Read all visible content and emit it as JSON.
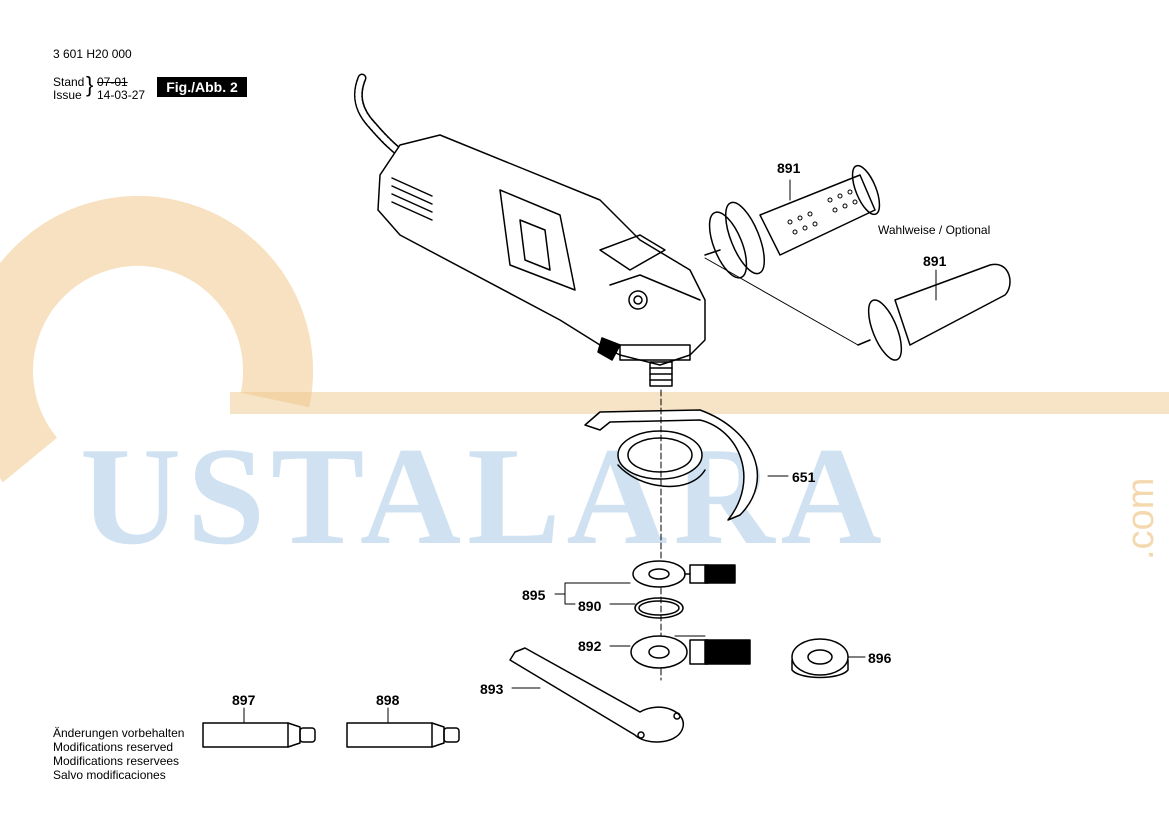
{
  "header": {
    "doc_number": "3 601 H20 000",
    "stand_label": "Stand",
    "issue_label": "Issue",
    "stand_date": "07-01",
    "issue_date": "14-03-27",
    "figure_label": "Fig./Abb. 2"
  },
  "callouts": {
    "handle_top": "891",
    "optional_note": "Wahlweise / Optional",
    "handle_optional": "891",
    "guard": "651",
    "flange_group": "895",
    "o_ring": "890",
    "clamping_nut": "892",
    "quick_nut": "896",
    "spanner": "893",
    "tube_a": "897",
    "tube_b": "898"
  },
  "footer": {
    "lines": [
      "Änderungen vorbehalten",
      "Modifications reserved",
      "Modifications reservees",
      "Salvo modificaciones"
    ]
  },
  "watermark": {
    "text": "USTALARA",
    "suffix": ".com",
    "colors": {
      "letters": "#96bee1",
      "ring": "#f0c88c"
    }
  }
}
